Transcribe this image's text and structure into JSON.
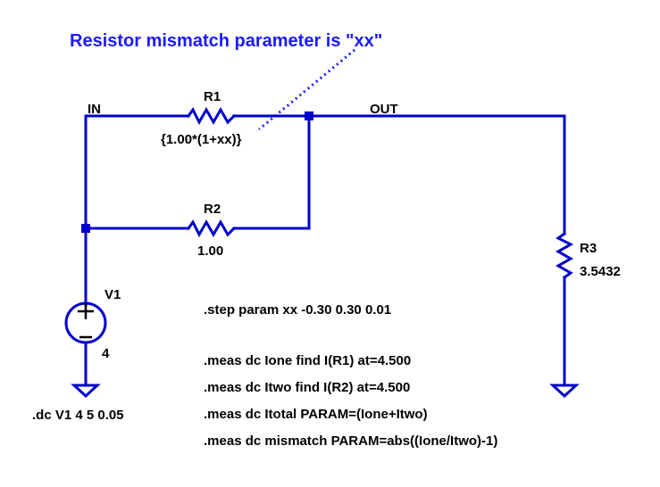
{
  "title": "Resistor mismatch parameter is \"xx\"",
  "nets": {
    "in": "IN",
    "out": "OUT"
  },
  "components": {
    "r1": {
      "name": "R1",
      "value": "{1.00*(1+xx)}"
    },
    "r2": {
      "name": "R2",
      "value": "1.00"
    },
    "r3": {
      "name": "R3",
      "value": "3.5432"
    },
    "v1": {
      "name": "V1",
      "value": "4"
    }
  },
  "directives": {
    "dc": ".dc V1 4 5 0.05",
    "step": ".step param xx -0.30 0.30 0.01",
    "meas": [
      ".meas  dc Ione find I(R1) at=4.500",
      ".meas  dc Itwo find I(R2) at=4.500",
      ".meas  dc Itotal PARAM=(Ione+Itwo)",
      ".meas  dc mismatch PARAM=abs((Ione/Itwo)-1)"
    ]
  },
  "colors": {
    "wire": "#0000cc",
    "title": "#1a1aff",
    "text": "#000000"
  }
}
